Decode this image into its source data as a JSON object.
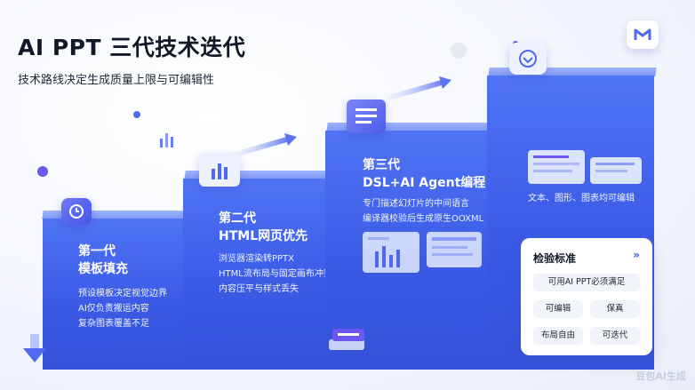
{
  "header": {
    "title": "AI PPT 三代技术迭代",
    "subtitle": "技术路线决定生成质量上限与可编辑性"
  },
  "generations": [
    {
      "title": "第一代",
      "name": "模板填充",
      "lines": [
        "预设模板决定视觉边界",
        "AI仅负责搬运内容",
        "复杂图表覆盖不足"
      ]
    },
    {
      "title": "第二代",
      "name": "HTML网页优先",
      "lines": [
        "浏览器渲染转PPTX",
        "HTML流布局与固定画布冲突",
        "内容压平与样式丢失"
      ]
    },
    {
      "title": "第三代",
      "name": "DSL+AI Agent编程",
      "lines": [
        "专门描述幻灯片的中间语言",
        "编译器校验后生成原生OOXML"
      ]
    },
    {
      "title": "",
      "name": "",
      "lines": [
        "文本、图形、图表均可编辑"
      ]
    }
  ],
  "standards": {
    "title": "检验标准",
    "items": [
      "可用AI PPT必须满足",
      "可编辑",
      "保真",
      "布局自由",
      "可迭代"
    ]
  },
  "watermark": "豆包AI生成",
  "colors": {
    "accent": "#3b5be6",
    "accent_light": "#7d96f4",
    "dark": "#111827"
  }
}
